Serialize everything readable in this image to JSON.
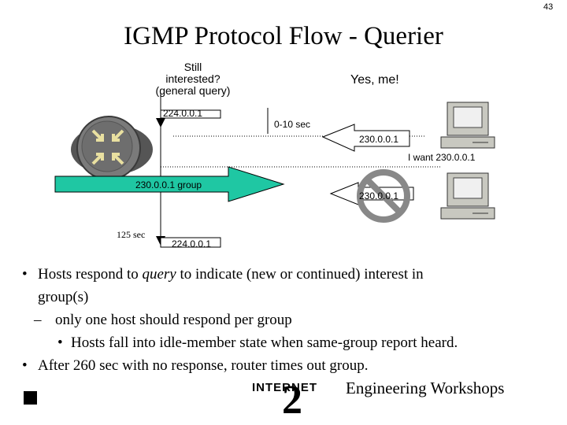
{
  "page_number": "43",
  "title": "IGMP Protocol Flow - Querier",
  "diagram": {
    "query_text": [
      "Still",
      "interested?",
      "(general query)"
    ],
    "response_text": "Yes, me!",
    "query_address_top": "224.0.0.1",
    "delay_label": "0-10 sec",
    "report_address": "230.0.0.1",
    "want_label": "I want 230.0.0.1",
    "group_label": "230.0.0.1 group",
    "suppressed_address": "230.0.0.1",
    "interval_label": "125 sec",
    "query_address_bottom": "224.0.0.1"
  },
  "bullets": [
    {
      "level": 1,
      "marker": "•",
      "text_before": "Hosts respond to ",
      "emphasis": "query",
      "text_after": " to indicate (new or continued) interest in",
      "continuation": "group(s)"
    },
    {
      "level": 2,
      "marker": "–",
      "text": "only one host should respond per group"
    },
    {
      "level": 3,
      "marker": "•",
      "text": "Hosts fall into idle-member state when same-group report heard."
    },
    {
      "level": 1,
      "marker": "•",
      "text": "After 260 sec with no response, router times out group."
    }
  ],
  "footer": {
    "logo_text": "INTERNET",
    "logo_numeral": "2",
    "text": "Engineering Workshops"
  },
  "colors": {
    "group_arrow": "#1fc7a3",
    "report_arrow": "#ffffff",
    "router": "#6e6e6e",
    "computer": "#c8c8c0",
    "prohibited": "#888888"
  }
}
